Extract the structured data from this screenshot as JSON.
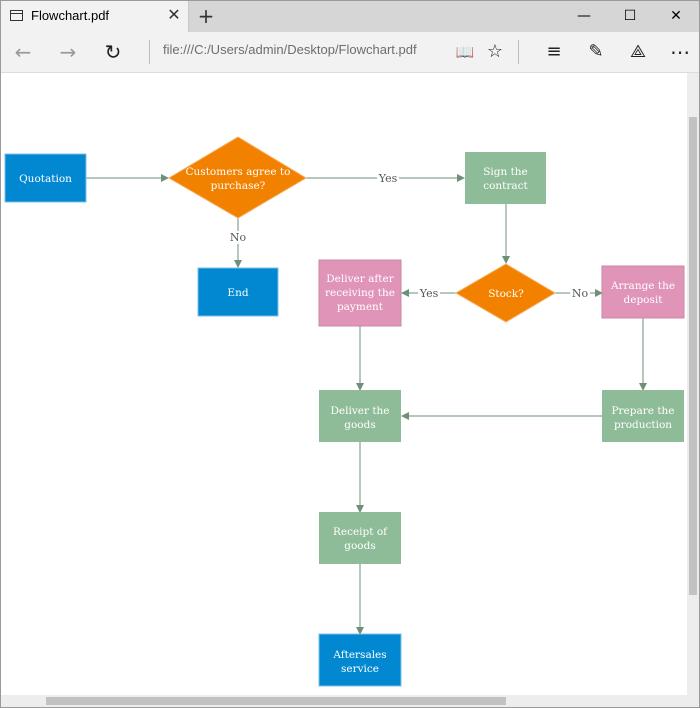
{
  "browser": {
    "tab_title": "Flowchart.pdf",
    "tab_close": "✕",
    "new_tab": "+",
    "minimize": "—",
    "maximize": "☐",
    "close": "✕",
    "address": "file:///C:/Users/admin/Desktop/Flowchart.pdf",
    "back_icon": "←",
    "forward_icon": "→",
    "refresh_icon": "↻",
    "reading_icon": "📖",
    "favorite_icon": "☆",
    "hub_icon": "≡",
    "note_icon": "✎",
    "share_icon": "⟁",
    "more_icon": "⋯"
  },
  "flowchart": {
    "colors": {
      "blue": "#0288d1",
      "orange": "#f28100",
      "green": "#8fbc98",
      "pink": "#e094b8",
      "edge": "#6e8f78"
    },
    "nodes": {
      "quotation": "Quotation",
      "decision_agree": [
        "Customers agree to",
        "purchase?"
      ],
      "sign": [
        "Sign the",
        "contract"
      ],
      "end": "End",
      "stock": "Stock?",
      "deliver_after": [
        "Deliver after",
        "receiving the",
        "payment"
      ],
      "arrange": [
        "Arrange the",
        "deposit"
      ],
      "deliver_goods": [
        "Deliver the",
        "goods"
      ],
      "prepare": [
        "Prepare the",
        "production"
      ],
      "receipt": [
        "Receipt of",
        "goods"
      ],
      "aftersales": [
        "Aftersales",
        "service"
      ]
    },
    "edge_labels": {
      "yes1": "Yes",
      "no1": "No",
      "yes2": "Yes",
      "no2": "No"
    }
  }
}
